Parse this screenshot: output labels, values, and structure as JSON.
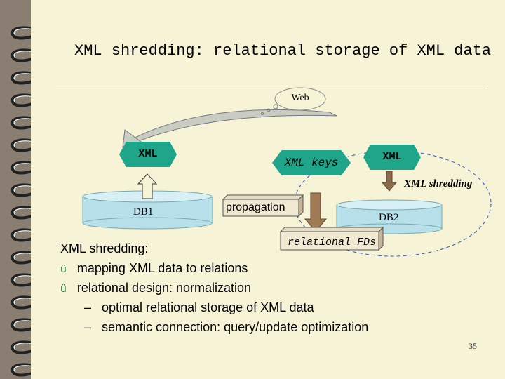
{
  "slide": {
    "title": "XML shredding: relational storage of XML data",
    "page_number": "35"
  },
  "diagram": {
    "cloud_label": "Web",
    "node_xml_left": "XML",
    "node_xml_keys": "XML keys",
    "node_xml_right": "XML",
    "label_xml_shredding": "XML shredding",
    "db1_label": "DB1",
    "propagation_label": "propagation",
    "db2_label": "DB2",
    "relational_fds_label": "relational FDs"
  },
  "bullets": {
    "heading": "XML shredding:",
    "items": [
      "mapping XML data to relations",
      "relational design: normalization"
    ],
    "subitems": [
      "optimal relational storage of XML data",
      "semantic connection: query/update optimization"
    ],
    "check_glyph": "ü",
    "dash_glyph": "–"
  },
  "colors": {
    "background": "#f6f3d7",
    "accent": "#1fa58a",
    "dashed_circle": "#3355cc",
    "brown_arrow": "#8b6b4a"
  }
}
